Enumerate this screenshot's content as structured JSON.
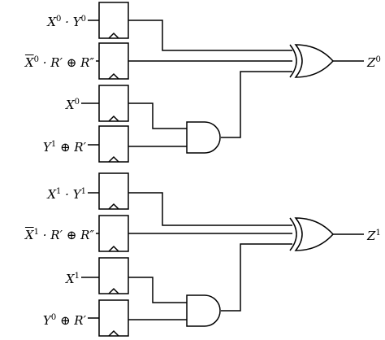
{
  "inputs": [
    {
      "var": "X",
      "sup": "0",
      "rest": " · Y",
      "sup2": "0",
      "overline": false
    },
    {
      "var": "X",
      "sup": "0",
      "rest": " · R′ ⊕ R″",
      "sup2": "",
      "overline": true
    },
    {
      "var": "X",
      "sup": "0",
      "rest": "",
      "sup2": "",
      "overline": false
    },
    {
      "var": "Y",
      "sup": "1",
      "rest": " ⊕ R′",
      "sup2": "",
      "overline": false
    },
    {
      "var": "X",
      "sup": "1",
      "rest": " · Y",
      "sup2": "1",
      "overline": false
    },
    {
      "var": "X",
      "sup": "1",
      "rest": " · R′ ⊕ R″",
      "sup2": "",
      "overline": true
    },
    {
      "var": "X",
      "sup": "1",
      "rest": "",
      "sup2": "",
      "overline": false
    },
    {
      "var": "Y",
      "sup": "0",
      "rest": " ⊕ R′",
      "sup2": "",
      "overline": false
    }
  ],
  "outputs": [
    {
      "var": "Z",
      "sup": "0"
    },
    {
      "var": "Z",
      "sup": "1"
    }
  ]
}
